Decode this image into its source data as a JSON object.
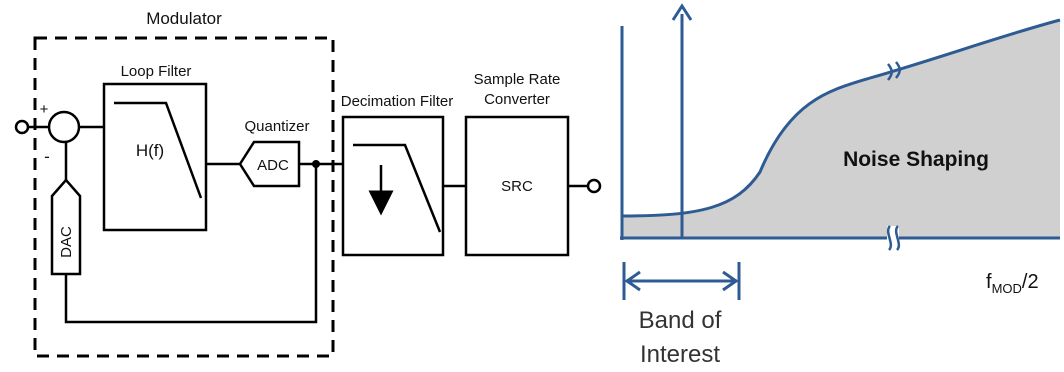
{
  "block_diagram": {
    "modulator_label": "Modulator",
    "loop_filter_label": "Loop Filter",
    "loop_filter_transfer": "H(f)",
    "quantizer_label": "Quantizer",
    "adc_label": "ADC",
    "dac_label": "DAC",
    "summer_plus": "+",
    "summer_minus": "-",
    "decimation_filter_label": "Decimation Filter",
    "sample_rate_label_line1": "Sample Rate",
    "sample_rate_label_line2": "Converter",
    "src_label": "SRC"
  },
  "spectrum": {
    "region_label": "Noise Shaping",
    "axis_end_label_main": "f",
    "axis_end_label_sub": "MOD",
    "axis_end_label_tail": "/2",
    "band_label_line1": "Band of",
    "band_label_line2": "Interest",
    "colors": {
      "curve": "#2e5b93",
      "fill": "#d0d0d0"
    }
  }
}
